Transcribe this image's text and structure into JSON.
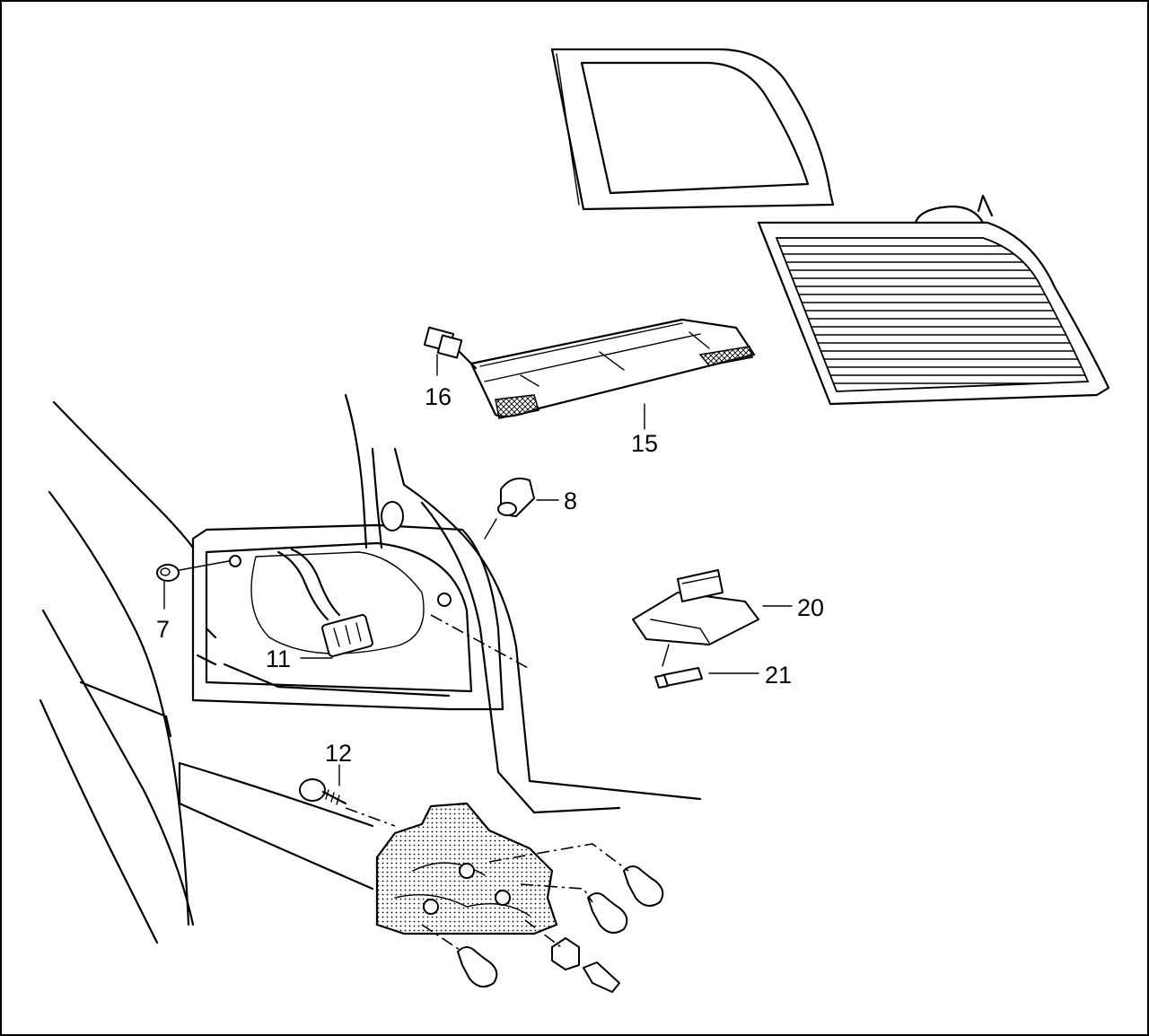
{
  "callouts": {
    "c7": "7",
    "c8": "8",
    "c11": "11",
    "c12": "12",
    "c15": "15",
    "c16": "16",
    "c20": "20",
    "c21": "21"
  }
}
